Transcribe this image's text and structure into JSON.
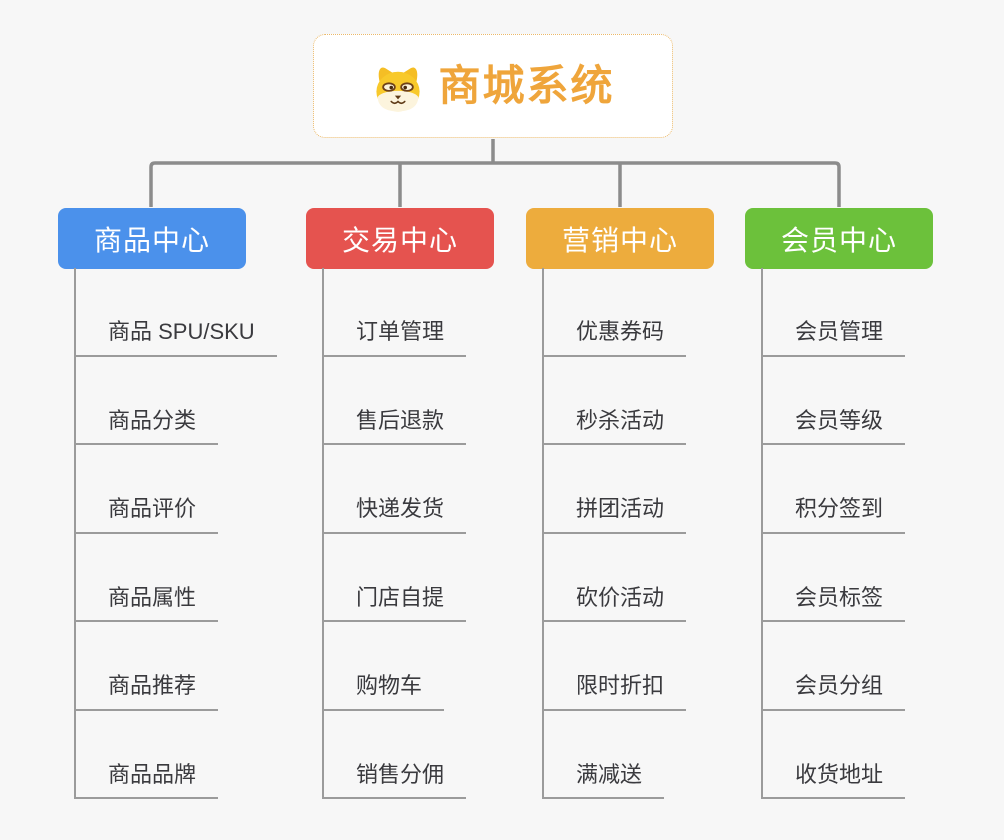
{
  "root": {
    "title": "商城系统",
    "icon": "shiba-dog-face"
  },
  "colors": {
    "background": "#F7F7F7",
    "connector": "#8C8C8C",
    "leaf_line": "#9B9B9B",
    "leaf_text": "#3A3A3E",
    "root_border": "#EBB969",
    "root_text": "#EFA53B",
    "header_text": "#FFFFFF"
  },
  "branches": [
    {
      "label": "商品中心",
      "color": "#4B91EB",
      "items": [
        "商品 SPU/SKU",
        "商品分类",
        "商品评价",
        "商品属性",
        "商品推荐",
        "商品品牌"
      ]
    },
    {
      "label": "交易中心",
      "color": "#E5534F",
      "items": [
        "订单管理",
        "售后退款",
        "快递发货",
        "门店自提",
        "购物车",
        "销售分佣"
      ]
    },
    {
      "label": "营销中心",
      "color": "#EDAC3D",
      "items": [
        "优惠券码",
        "秒杀活动",
        "拼团活动",
        "砍价活动",
        "限时折扣",
        "满减送"
      ]
    },
    {
      "label": "会员中心",
      "color": "#6CC13B",
      "items": [
        "会员管理",
        "会员等级",
        "积分签到",
        "会员标签",
        "会员分组",
        "收货地址"
      ]
    }
  ]
}
